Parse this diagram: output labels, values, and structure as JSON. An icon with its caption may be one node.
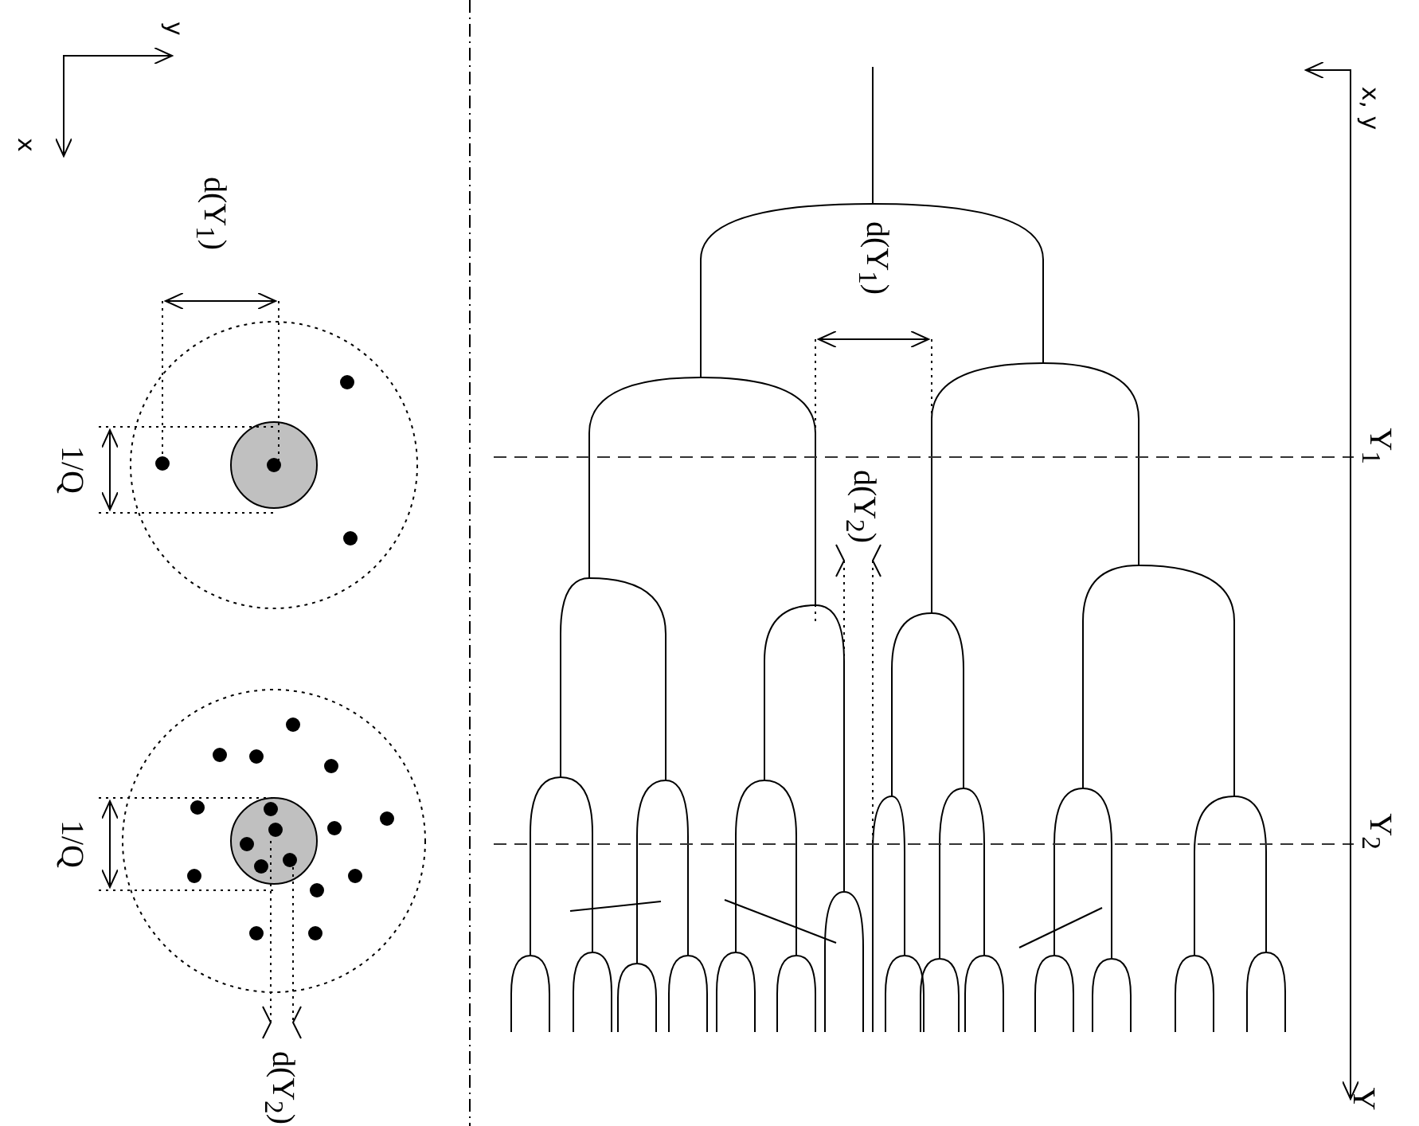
{
  "diagram": {
    "labels": [
      "x",
      "y",
      "d(Y$_{1}$)",
      "1/Q",
      "1/Q",
      "d(Y$_{2}$)",
      "d(Y$_{1}$)",
      "d(Y$_{2}$)",
      "Y$_{1}$",
      "Y$_{2}$",
      "x, y",
      "Y"
    ]
  }
}
